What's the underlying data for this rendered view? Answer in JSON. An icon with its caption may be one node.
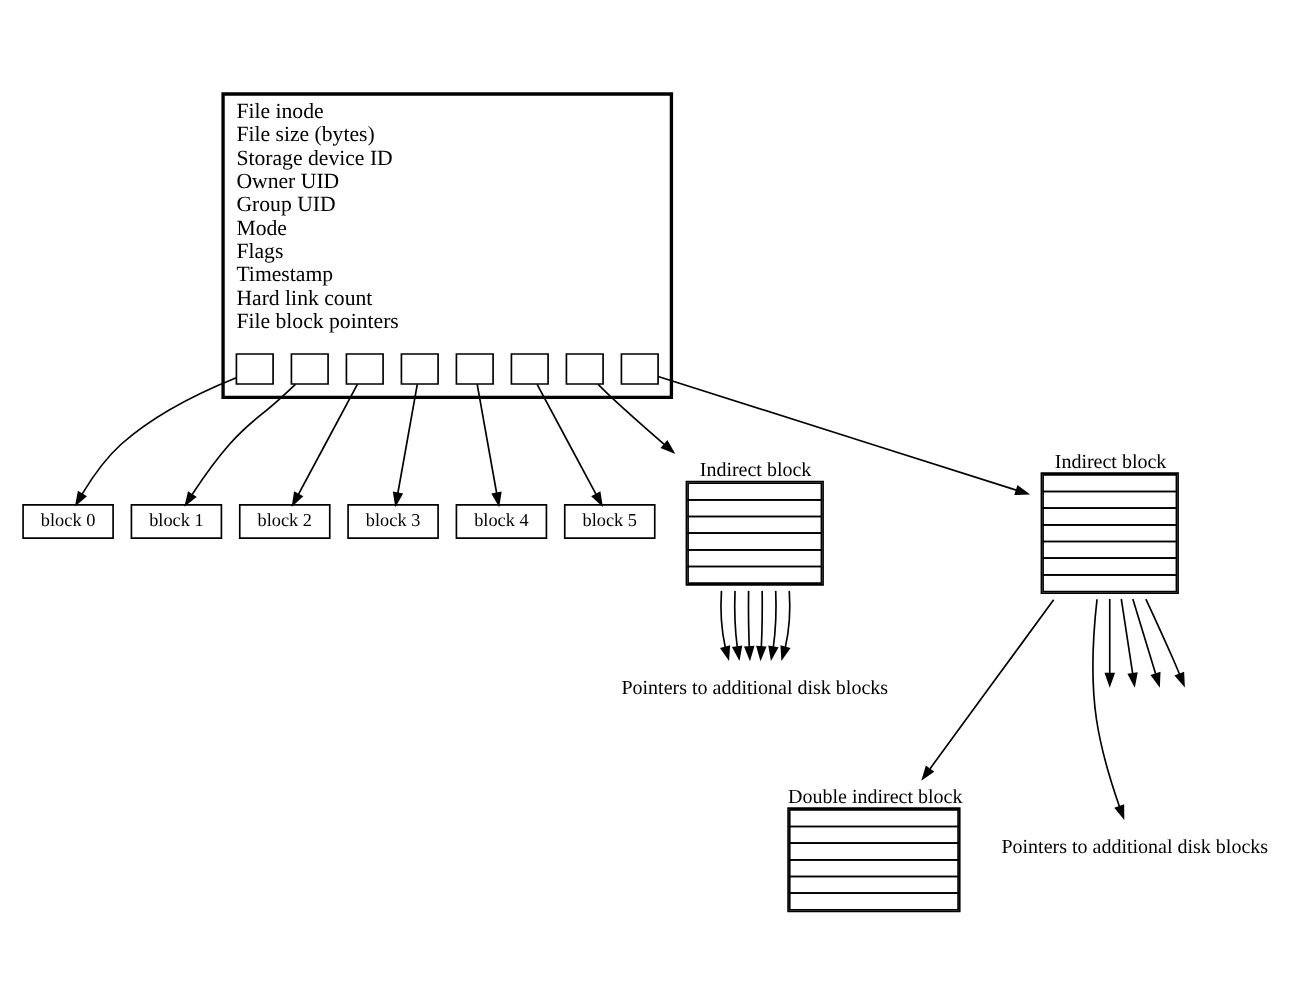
{
  "diagram": {
    "nodes": [
      {
        "text": [
          "File inode",
          "File size (bytes)",
          "Storage device ID",
          "Owner UID",
          "Group UID",
          "Mode",
          "Flags",
          "Timestamp",
          "Hard link count",
          "File block pointers"
        ]
      },
      {
        "text": [],
        "shape": "box",
        "in": 0
      },
      {
        "text": [],
        "shape": "box",
        "in": 0
      },
      {
        "text": [],
        "shape": "box",
        "in": 0
      },
      {
        "text": [],
        "shape": "box",
        "in": 0
      },
      {
        "text": [],
        "shape": "box",
        "in": 0
      },
      {
        "text": [],
        "shape": "box",
        "in": 0
      },
      {
        "text": [],
        "shape": "box",
        "in": 0
      },
      {
        "text": [],
        "shape": "box",
        "in": 0
      },
      {
        "text": [
          "Indirect block"
        ]
      },
      {
        "text": [
          "Double indirect block"
        ]
      },
      {
        "text": [
          "Indirect block"
        ]
      },
      {
        "text": [
          "Pointers to additional disk blocks"
        ]
      },
      {
        "text": [
          "Pointers to additional disk blocks"
        ]
      },
      {
        "text": [
          "block 5"
        ]
      },
      {
        "text": [
          "block 4"
        ]
      },
      {
        "text": [
          "block 3"
        ]
      },
      {
        "text": [
          "block 2"
        ]
      },
      {
        "text": [
          "block 1"
        ]
      },
      {
        "text": [
          "block 0"
        ]
      }
    ],
    "edges": [
      {
        "from": 8,
        "to": 9,
        "arrow": "to"
      },
      {
        "from": 7,
        "to": 11,
        "arrow": "to"
      },
      {
        "from": 6,
        "to": 14,
        "arrow": "to"
      },
      {
        "from": 5,
        "to": 15,
        "arrow": "to"
      },
      {
        "from": 4,
        "to": 16,
        "arrow": "to"
      },
      {
        "from": 3,
        "to": 17,
        "arrow": "to"
      },
      {
        "from": 2,
        "to": 18,
        "arrow": "to"
      },
      {
        "from": 1,
        "to": 19,
        "arrow": "to"
      },
      {
        "from": 9,
        "to": 12,
        "arrow": "to"
      },
      {
        "from": 9,
        "to": null,
        "arrow": "to"
      },
      {
        "from": 9,
        "to": null,
        "arrow": "to"
      },
      {
        "from": 9,
        "to": 10,
        "arrow": "to"
      },
      {
        "from": 9,
        "to": null,
        "arrow": "to"
      },
      {
        "from": 9,
        "to": null,
        "arrow": "to"
      },
      {
        "from": 11,
        "to": 13,
        "arrow": "to"
      },
      {
        "from": 11,
        "to": 13,
        "arrow": "to"
      },
      {
        "from": 11,
        "to": 13,
        "arrow": "to"
      },
      {
        "from": 11,
        "to": 13,
        "arrow": "to"
      },
      {
        "from": 11,
        "to": 13,
        "arrow": "to"
      },
      {
        "from": 11,
        "to": 13,
        "arrow": "to"
      }
    ]
  }
}
